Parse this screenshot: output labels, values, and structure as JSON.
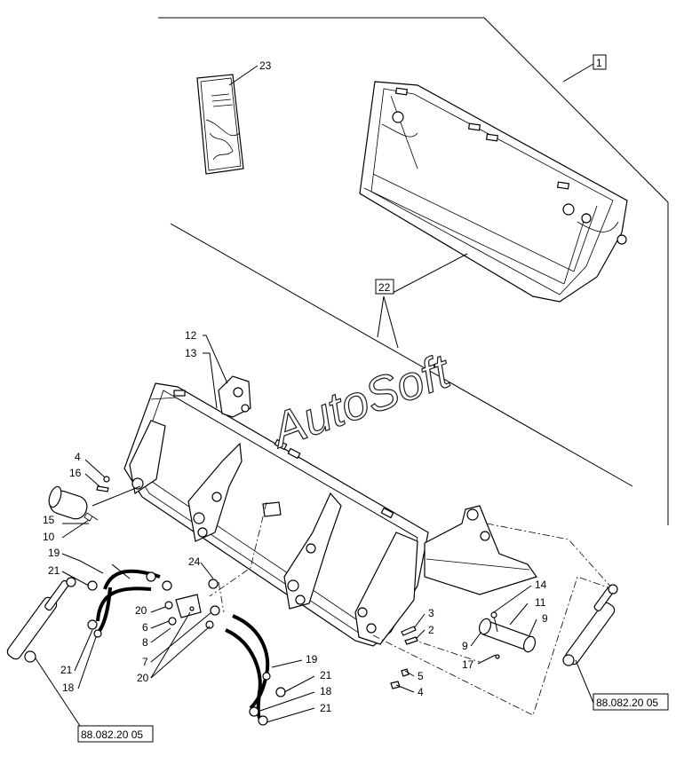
{
  "watermark": "AutoSoft",
  "callouts": {
    "c1": "1",
    "c2": "2",
    "c3": "3",
    "c4a": "4",
    "c4b": "4",
    "c5": "5",
    "c6": "6",
    "c7": "7",
    "c8": "8",
    "c9a": "9",
    "c9b": "9",
    "c10": "10",
    "c11": "11",
    "c12": "12",
    "c13": "13",
    "c14": "14",
    "c15": "15",
    "c16": "16",
    "c17": "17",
    "c18a": "18",
    "c18b": "18",
    "c19a": "19",
    "c19b": "19",
    "c20a": "20",
    "c20b": "20",
    "c21a": "21",
    "c21b": "21",
    "c21c": "21",
    "c21d": "21",
    "c22": "22",
    "c23": "23",
    "c24": "24"
  },
  "references": {
    "left": "88.082.20 05",
    "right": "88.082.20 05"
  }
}
